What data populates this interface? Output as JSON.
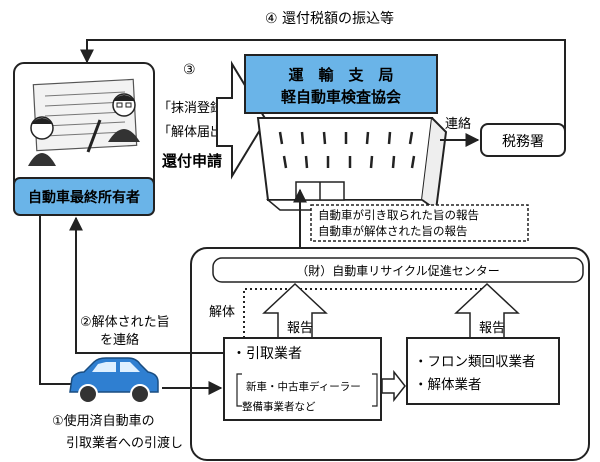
{
  "colors": {
    "accent_blue": "#6ab4e8",
    "car_blue": "#2f7fd1",
    "line": "#222222"
  },
  "labels": {
    "step4": "④ 還付税額の振込等",
    "step3": "③",
    "transport_line1": "運　輸　支　局",
    "transport_line2": "軽自動車検査協会",
    "deregistration": "「抹消登録」",
    "dismantle_notice": "「解体届出」",
    "refund_request": "還付申請",
    "contact": "連絡",
    "tax_office": "税務署",
    "owner": "自動車最終所有者",
    "report_taken": "自動車が引き取られた旨の報告",
    "report_dismantled": "自動車が解体された旨の報告",
    "recycling_center": "（財）自動車リサイクル促進センター",
    "dismantle": "解体",
    "report_left": "報告",
    "report_right": "報告",
    "step2_line1": "②解体された旨",
    "step2_line2": "を連絡",
    "collector": "・引取業者",
    "dealer": "新車・中古車ディーラー",
    "maintenance": "整備事業者など",
    "freon_collector": "・フロン類回収業者",
    "dismantler": "・解体業者",
    "step1_line1": "①使用済自動車の",
    "step1_line2": "引取業者への引渡し"
  }
}
